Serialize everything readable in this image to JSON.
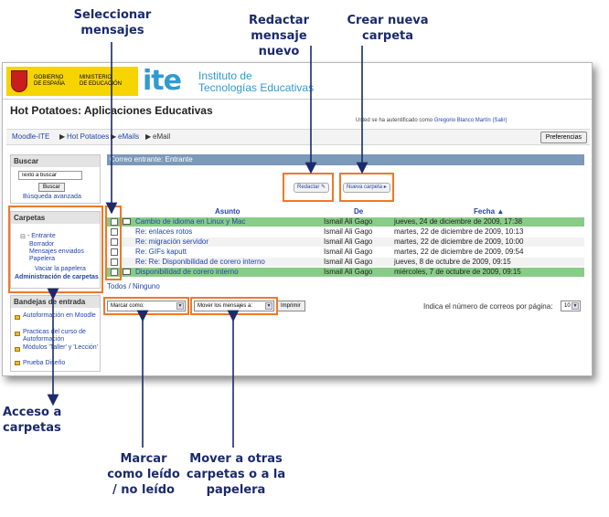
{
  "callouts": {
    "select_messages": [
      "Seleccionar",
      "mensajes"
    ],
    "compose": [
      "Redactar",
      "mensaje nuevo"
    ],
    "new_folder": [
      "Crear nueva",
      "carpeta"
    ],
    "folder_access": "Acceso a carpetas",
    "mark": [
      "Marcar",
      "como leído",
      "/ no leído"
    ],
    "move": [
      "Mover a otras",
      "carpetas o a la",
      "papelera"
    ]
  },
  "header": {
    "gov_line1": "GOBIERNO",
    "gov_line2": "DE ESPAÑA",
    "ministry_line1": "MINISTERIO",
    "ministry_line2": "DE EDUCACIÓN",
    "logo_text": "ite",
    "institute_line1": "Instituto de",
    "institute_line2": "Tecnologías Educativas"
  },
  "site_title": "Hot Potatoes: Aplicaciones Educativas",
  "login": {
    "prefix": "Usted se ha autentificado como",
    "user": "Gregorio Blanco Martín",
    "logout": "(Salir)"
  },
  "breadcrumb": [
    "Moodle-ITE",
    "Hot Potatoes",
    "eMails",
    "eMail"
  ],
  "preferences_label": "Preferencias",
  "search_block": {
    "title": "Buscar",
    "input_value": "Texto a buscar",
    "button": "Buscar",
    "advanced": "Búsqueda avanzada"
  },
  "folders_block": {
    "title": "Carpetas",
    "items": [
      "- Entrante",
      "Borrador",
      "Mensajes enviados",
      "Papelera"
    ],
    "empty_trash": "Vaciar la papelera",
    "admin": "Administración de carpetas"
  },
  "inbox_block": {
    "title": "Bandejas de entrada",
    "items": [
      "Autoformación en Moodle",
      "Practicas del curso de Autoformación",
      "Módulos 'Taller' y 'Lección'",
      "Prueba Diseño"
    ]
  },
  "mail": {
    "header": "Correo entrante: Entrante",
    "compose_btn": "Redactar",
    "new_folder_btn": "Nueva carpeta",
    "columns": {
      "subject": "Asunto",
      "from": "De",
      "date": "Fecha"
    },
    "rows": [
      {
        "subject": "Cambio de idioma en Linux y Mac",
        "from": "Ismail Ali Gago",
        "date": "jueves, 24 de diciembre de 2009, 17:38",
        "unread": true
      },
      {
        "subject": "Re: enlaces rotos",
        "from": "Ismail Ali Gago",
        "date": "martes, 22 de diciembre de 2009, 10:13",
        "unread": false
      },
      {
        "subject": "Re: migración servidor",
        "from": "Ismail Ali Gago",
        "date": "martes, 22 de diciembre de 2009, 10:00",
        "unread": false
      },
      {
        "subject": "Re: GIFs kaputt",
        "from": "Ismail Ali Gago",
        "date": "martes, 22 de diciembre de 2009, 09:54",
        "unread": false
      },
      {
        "subject": "Re: Re: Disponibilidad de corero interno",
        "from": "Ismail Ali Gago",
        "date": "jueves, 8 de octubre de 2009, 09:15",
        "unread": false
      },
      {
        "subject": "Disponibilidad de corero interno",
        "from": "Ismail Ali Gago",
        "date": "miércoles, 7 de octubre de 2009, 09:15",
        "unread": true
      }
    ],
    "select_all": "Todos",
    "select_none": "Ninguno",
    "mark_select": "Marcar como:",
    "move_select": "Mover los mensajes a:",
    "print_btn": "Imprimir",
    "per_page_label": "Indica el número de correos por página:",
    "per_page_value": "10"
  },
  "colors": {
    "callout": "#1b2a6b",
    "highlight": "#f07828",
    "unread_row": "#88cc88",
    "header_bar": "#7b99b8"
  }
}
